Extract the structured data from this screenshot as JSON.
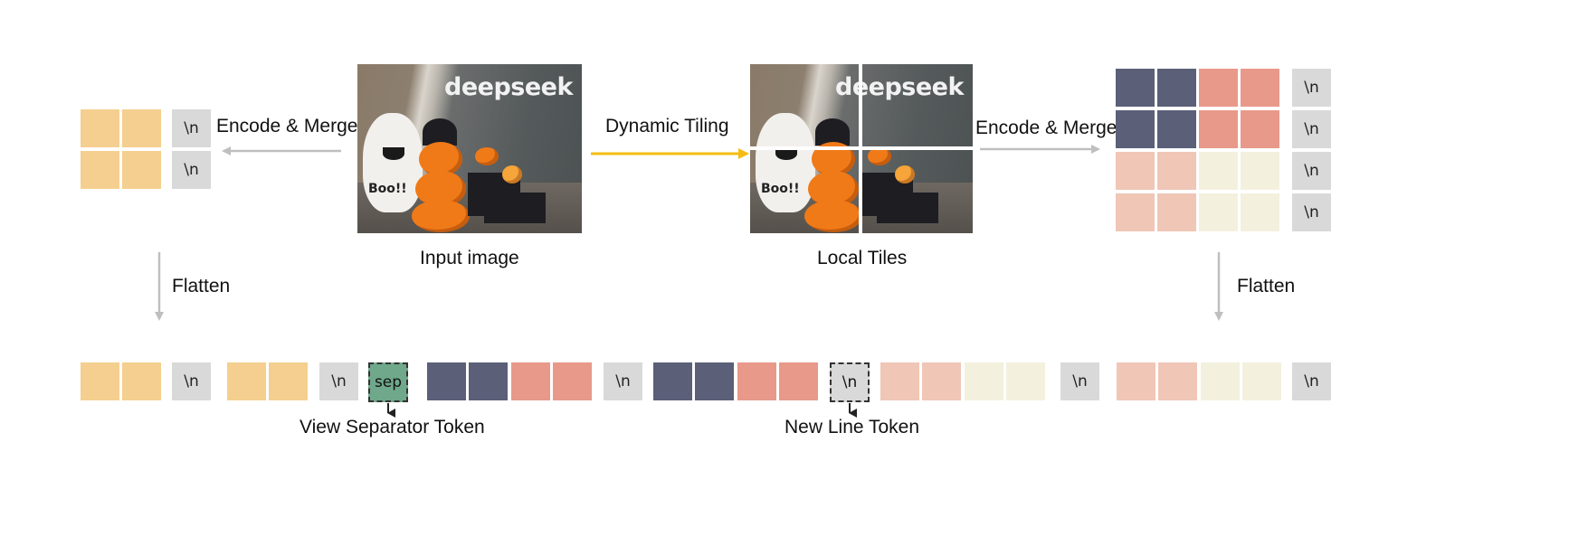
{
  "colors": {
    "yellow": "#f5cf8f",
    "navy": "#5b6078",
    "salmon": "#e8998a",
    "pink": "#f0c6b7",
    "cream": "#f3f1de",
    "newline_gray": "#d9d9d9",
    "sep_green": "#6fa88b",
    "arrow_gray": "#bfbfbf",
    "arrow_yellow": "#f5bd13"
  },
  "newline_token": "\\n",
  "sep_token": "sep",
  "photo_logo": "deepseek",
  "photo_sign": "Boo!!",
  "labels": {
    "encode_merge_left": "Encode & Merge",
    "encode_merge_right": "Encode & Merge",
    "dynamic_tiling": "Dynamic Tiling",
    "input_image": "Input image",
    "local_tiles": "Local Tiles",
    "flatten_left": "Flatten",
    "flatten_right": "Flatten",
    "view_separator": "View Separator Token",
    "new_line_token": "New Line Token"
  }
}
